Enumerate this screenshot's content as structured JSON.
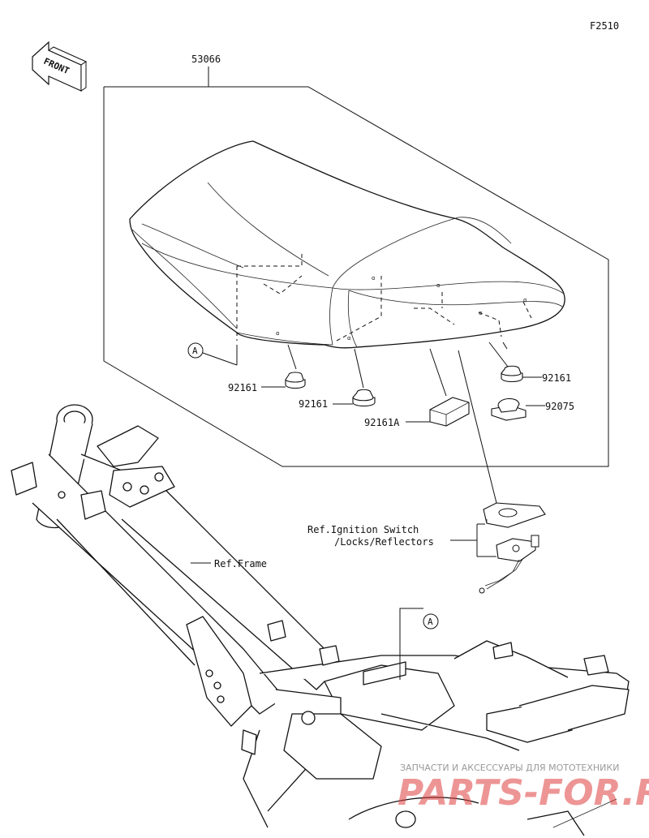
{
  "figure_code": "F2510",
  "front_label": "FRONT",
  "assembly_part": "53066",
  "callouts": {
    "ref_a_1": "A",
    "ref_a_2": "A",
    "p92161_left": "92161",
    "p92161_mid": "92161",
    "p92161_right": "92161",
    "p92161a": "92161A",
    "p92075": "92075",
    "ignition_line1": "Ref.Ignition Switch",
    "ignition_line2": "/Locks/Reflectors",
    "frame_ref": "Ref.Frame"
  },
  "watermark": {
    "top": "ЗАПЧАСТИ И АКСЕССУАРЫ ДЛЯ МОТОТЕХНИКИ",
    "brand": "PARTS-FOR.RU"
  }
}
